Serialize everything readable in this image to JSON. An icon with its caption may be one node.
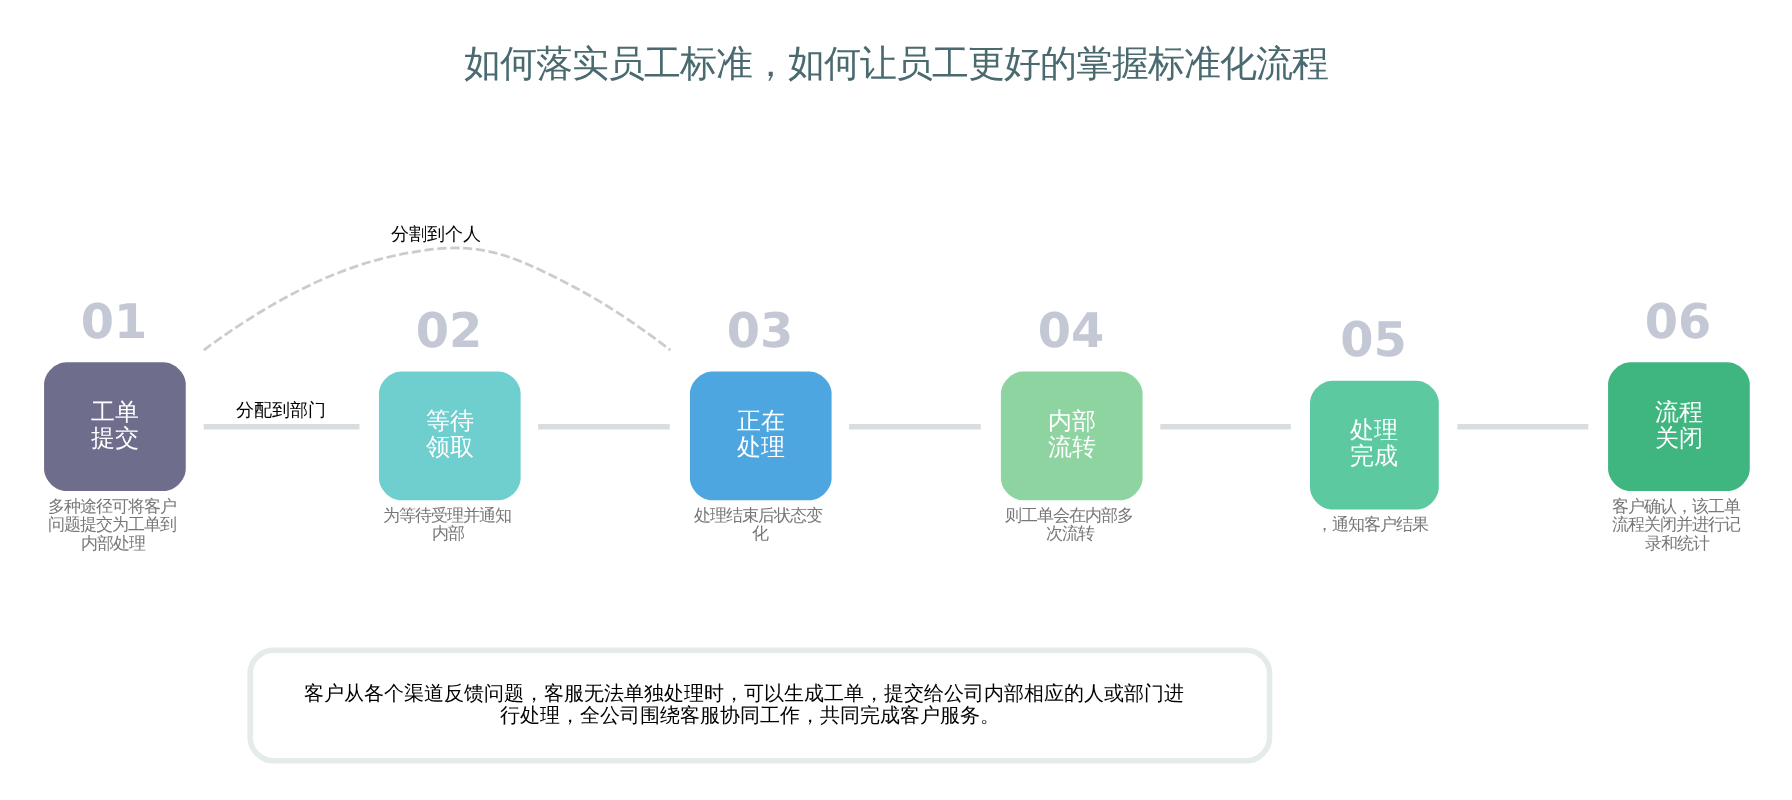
{
  "diagram": {
    "title": "如何落实员工标准，如何让员工更好的掌握标准化流程",
    "nodes": [
      {
        "text": [
          "工单提交"
        ],
        "beside": [
          "01",
          "多种途径可将客户问题提交为工单到内部处理"
        ]
      },
      {
        "text": [
          "等待领取"
        ],
        "beside": [
          "02",
          "为等待受理并通知内部"
        ]
      },
      {
        "text": [
          "正在处理"
        ],
        "beside": [
          "03",
          "处理结束后状态变化"
        ]
      },
      {
        "text": [
          "内部流转"
        ],
        "beside": [
          "04",
          "则工单会在内部多次流转"
        ]
      },
      {
        "text": [
          "处理完成"
        ],
        "beside": [
          "05",
          "，通知客户结果"
        ]
      },
      {
        "text": [
          "流程关闭"
        ],
        "beside": [
          "06",
          "客户确认，该工单流程关闭并进行记录和统计"
        ]
      },
      {
        "text": [
          "客户从各个渠道反馈问题，客服无法单独处理时，可以生成工单，提交给公司内部相应的人或部门进行处理，全公司围绕客服协同工作，共同完成客户服务。"
        ]
      }
    ],
    "edges": [
      {
        "from": 0,
        "to": 1,
        "arrow": "none",
        "label": "分配到部门"
      },
      {
        "from": 1,
        "to": 2,
        "arrow": "none"
      },
      {
        "from": 2,
        "to": 3,
        "arrow": "none"
      },
      {
        "from": 3,
        "to": 4,
        "arrow": "none"
      },
      {
        "from": 4,
        "to": 5,
        "arrow": "none"
      },
      {
        "from": 0,
        "to": 2,
        "arrow": "none",
        "label": "分割到个人",
        "style": "dashed",
        "color": "#c8cdd2"
      }
    ]
  }
}
